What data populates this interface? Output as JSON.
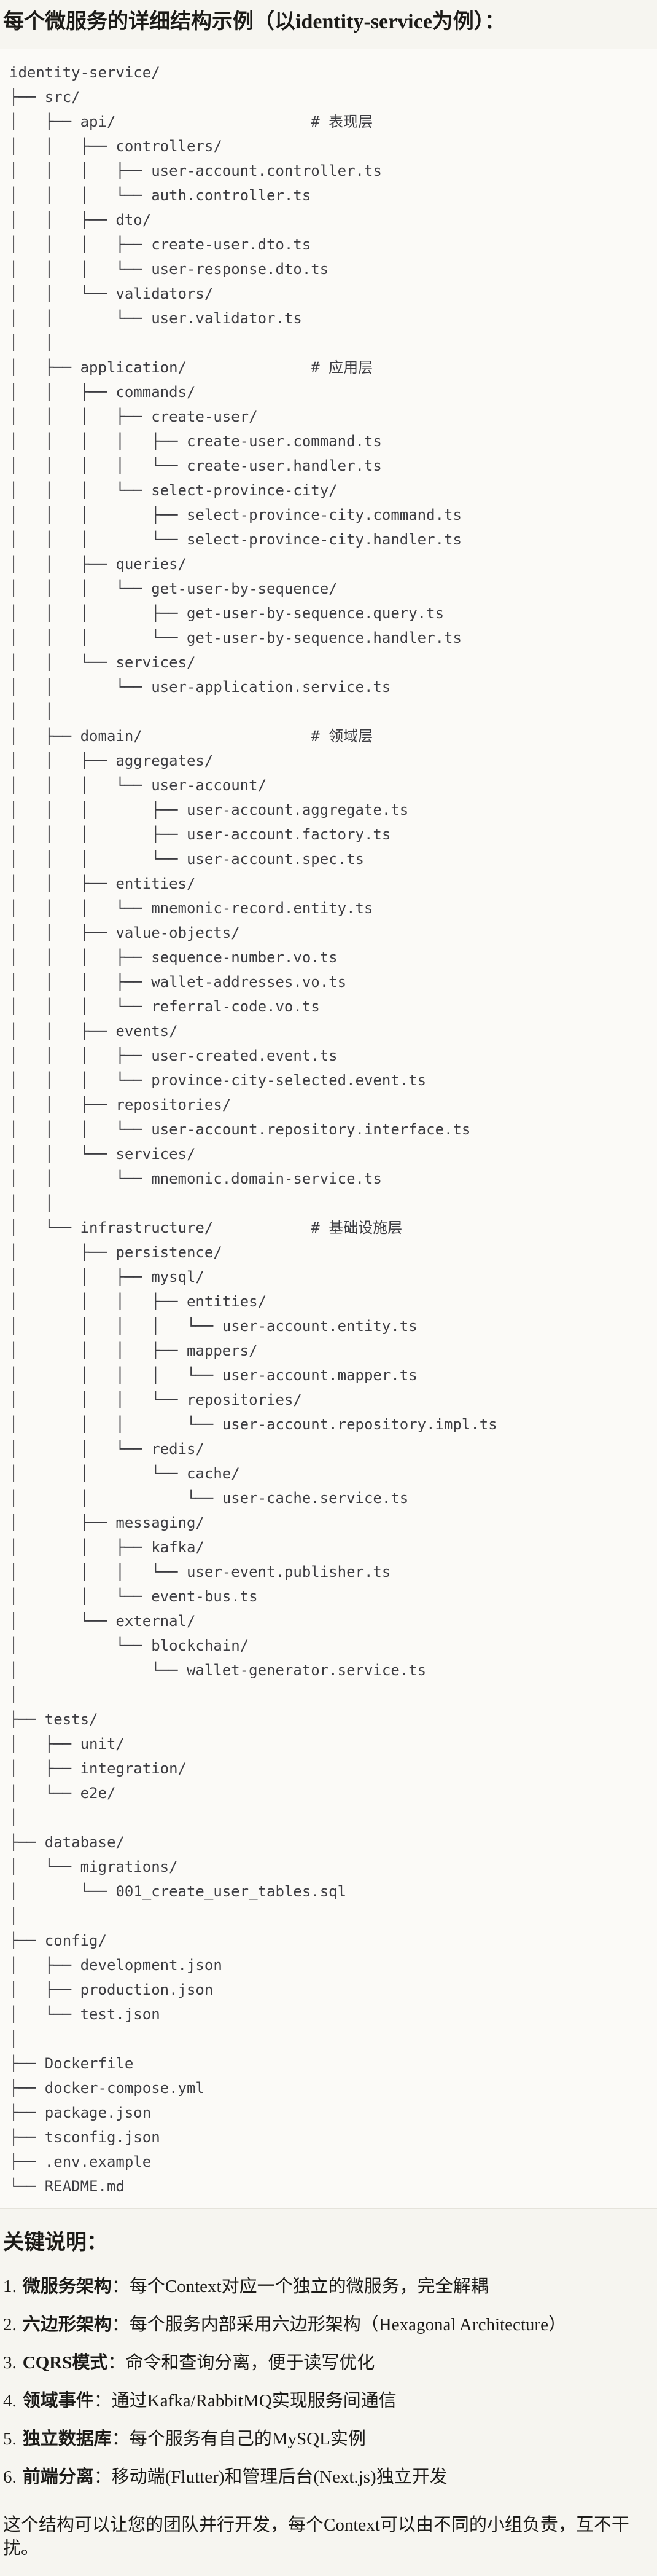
{
  "title": "每个微服务的详细结构示例（以identity-service为例）：",
  "tree": {
    "lines": [
      "identity-service/",
      "├── src/",
      "│   ├── api/                      # 表现层",
      "│   │   ├── controllers/",
      "│   │   │   ├── user-account.controller.ts",
      "│   │   │   └── auth.controller.ts",
      "│   │   ├── dto/",
      "│   │   │   ├── create-user.dto.ts",
      "│   │   │   └── user-response.dto.ts",
      "│   │   └── validators/",
      "│   │       └── user.validator.ts",
      "│   │",
      "│   ├── application/              # 应用层",
      "│   │   ├── commands/",
      "│   │   │   ├── create-user/",
      "│   │   │   │   ├── create-user.command.ts",
      "│   │   │   │   └── create-user.handler.ts",
      "│   │   │   └── select-province-city/",
      "│   │   │       ├── select-province-city.command.ts",
      "│   │   │       └── select-province-city.handler.ts",
      "│   │   ├── queries/",
      "│   │   │   └── get-user-by-sequence/",
      "│   │   │       ├── get-user-by-sequence.query.ts",
      "│   │   │       └── get-user-by-sequence.handler.ts",
      "│   │   └── services/",
      "│   │       └── user-application.service.ts",
      "│   │",
      "│   ├── domain/                   # 领域层",
      "│   │   ├── aggregates/",
      "│   │   │   └── user-account/",
      "│   │   │       ├── user-account.aggregate.ts",
      "│   │   │       ├── user-account.factory.ts",
      "│   │   │       └── user-account.spec.ts",
      "│   │   ├── entities/",
      "│   │   │   └── mnemonic-record.entity.ts",
      "│   │   ├── value-objects/",
      "│   │   │   ├── sequence-number.vo.ts",
      "│   │   │   ├── wallet-addresses.vo.ts",
      "│   │   │   └── referral-code.vo.ts",
      "│   │   ├── events/",
      "│   │   │   ├── user-created.event.ts",
      "│   │   │   └── province-city-selected.event.ts",
      "│   │   ├── repositories/",
      "│   │   │   └── user-account.repository.interface.ts",
      "│   │   └── services/",
      "│   │       └── mnemonic.domain-service.ts",
      "│   │",
      "│   └── infrastructure/           # 基础设施层",
      "│       ├── persistence/",
      "│       │   ├── mysql/",
      "│       │   │   ├── entities/",
      "│       │   │   │   └── user-account.entity.ts",
      "│       │   │   ├── mappers/",
      "│       │   │   │   └── user-account.mapper.ts",
      "│       │   │   └── repositories/",
      "│       │   │       └── user-account.repository.impl.ts",
      "│       │   └── redis/",
      "│       │       └── cache/",
      "│       │           └── user-cache.service.ts",
      "│       ├── messaging/",
      "│       │   ├── kafka/",
      "│       │   │   └── user-event.publisher.ts",
      "│       │   └── event-bus.ts",
      "│       └── external/",
      "│           └── blockchain/",
      "│               └── wallet-generator.service.ts",
      "│",
      "├── tests/",
      "│   ├── unit/",
      "│   ├── integration/",
      "│   └── e2e/",
      "│",
      "├── database/",
      "│   └── migrations/",
      "│       └── 001_create_user_tables.sql",
      "│",
      "├── config/",
      "│   ├── development.json",
      "│   ├── production.json",
      "│   └── test.json",
      "│",
      "├── Dockerfile",
      "├── docker-compose.yml",
      "├── package.json",
      "├── tsconfig.json",
      "├── .env.example",
      "└── README.md"
    ]
  },
  "notes": {
    "heading": "关键说明：",
    "colon": "：",
    "items": [
      {
        "num": "1.",
        "label": "微服务架构",
        "text": "每个Context对应一个独立的微服务，完全解耦"
      },
      {
        "num": "2.",
        "label": "六边形架构",
        "text": "每个服务内部采用六边形架构（Hexagonal Architecture）"
      },
      {
        "num": "3.",
        "label": "CQRS模式",
        "text": "命令和查询分离，便于读写优化"
      },
      {
        "num": "4.",
        "label": "领域事件",
        "text": "通过Kafka/RabbitMQ实现服务间通信"
      },
      {
        "num": "5.",
        "label": "独立数据库",
        "text": "每个服务有自己的MySQL实例"
      },
      {
        "num": "6.",
        "label": "前端分离",
        "text": "移动端(Flutter)和管理后台(Next.js)独立开发"
      }
    ]
  },
  "closing": "这个结构可以让您的团队并行开发，每个Context可以由不同的小组负责，互不干扰。",
  "colors": {
    "page_bg": "#f6f5f0",
    "code_bg": "#fbfaf7",
    "border": "#e5e3db",
    "tree_text": "#3d3d42",
    "body_text": "#1c1b18"
  }
}
